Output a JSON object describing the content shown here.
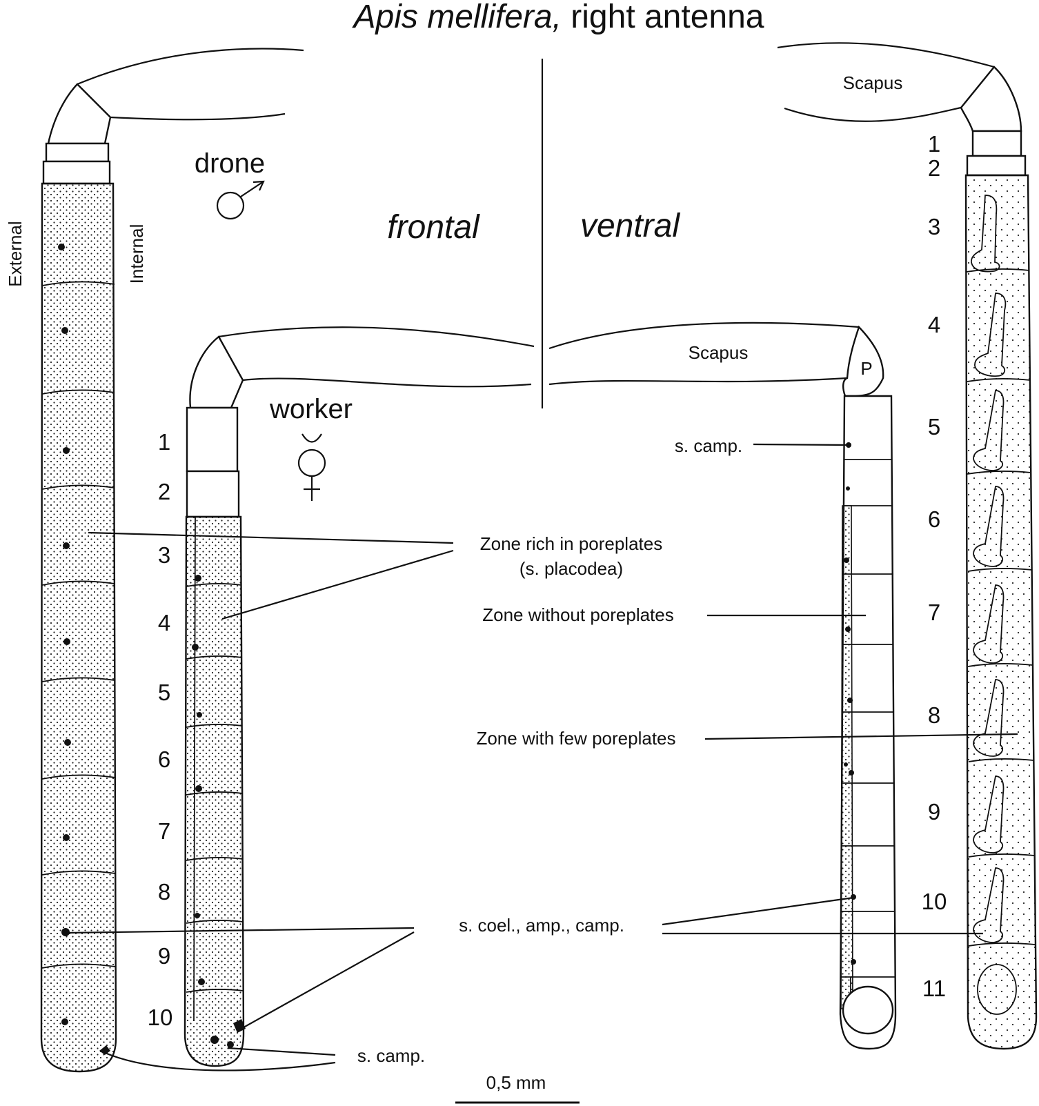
{
  "title": {
    "species": "Apis mellifera,",
    "rest": " right antenna"
  },
  "views": {
    "frontal": "frontal",
    "ventral": "ventral"
  },
  "orientation": {
    "external": "External",
    "internal": "Internal"
  },
  "castes": {
    "drone": {
      "label": "drone",
      "symbol": "male-symbol-icon"
    },
    "worker": {
      "label": "worker",
      "symbol": "worker-symbol-icon"
    }
  },
  "scapus": {
    "drone": "Scapus",
    "worker": "Scapus",
    "pedicel": "P"
  },
  "drone_segment_numbers": [
    "1",
    "2",
    "3",
    "4",
    "5",
    "6",
    "7",
    "8",
    "9",
    "10",
    "11"
  ],
  "worker_segment_numbers": [
    "1",
    "2",
    "3",
    "4",
    "5",
    "6",
    "7",
    "8",
    "9",
    "10"
  ],
  "annotations": {
    "zone_rich_line1": "Zone rich in poreplates",
    "zone_rich_line2": "(s. placodea)",
    "zone_without": "Zone without poreplates",
    "zone_few": "Zone with few poreplates",
    "s_coel": "s. coel., amp., camp.",
    "s_camp_top": "s. camp.",
    "s_camp_bottom": "s. camp."
  },
  "scale_bar": {
    "label": "0,5 mm"
  }
}
